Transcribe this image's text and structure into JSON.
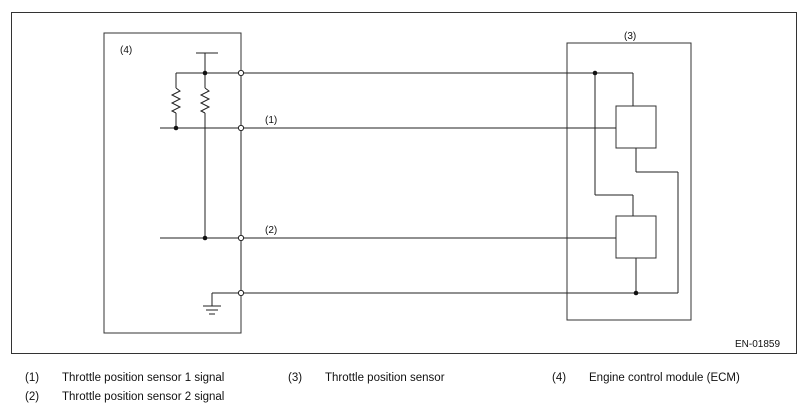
{
  "diagram": {
    "code": "EN-01859",
    "labels": {
      "ecm": "(4)",
      "sensor": "(3)",
      "signal1": "(1)",
      "signal2": "(2)"
    }
  },
  "legend": [
    {
      "num": "(1)",
      "text": "Throttle position sensor 1 signal"
    },
    {
      "num": "(2)",
      "text": "Throttle position sensor 2 signal"
    },
    {
      "num": "(3)",
      "text": "Throttle position sensor"
    },
    {
      "num": "(4)",
      "text": "Engine control module (ECM)"
    }
  ]
}
